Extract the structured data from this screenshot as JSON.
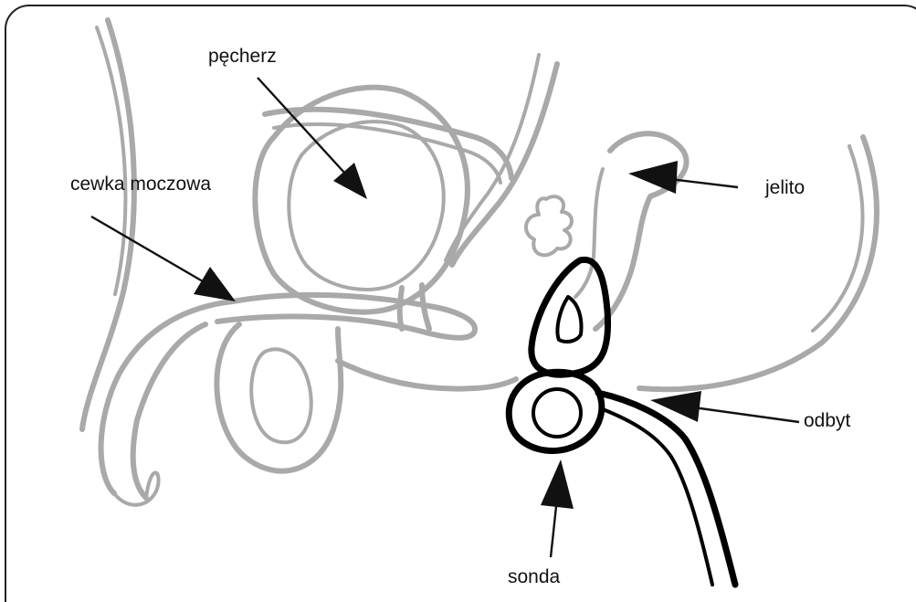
{
  "labels": {
    "bladder": "pęcherz",
    "urethra": "cewka moczowa",
    "intestine": "jelito",
    "anus": "odbyt",
    "probe": "sonda"
  },
  "colors": {
    "anatomy": "#a9a9a9",
    "probe": "#000000",
    "text": "#111111",
    "frame": "#222222",
    "background": "#ffffff"
  }
}
